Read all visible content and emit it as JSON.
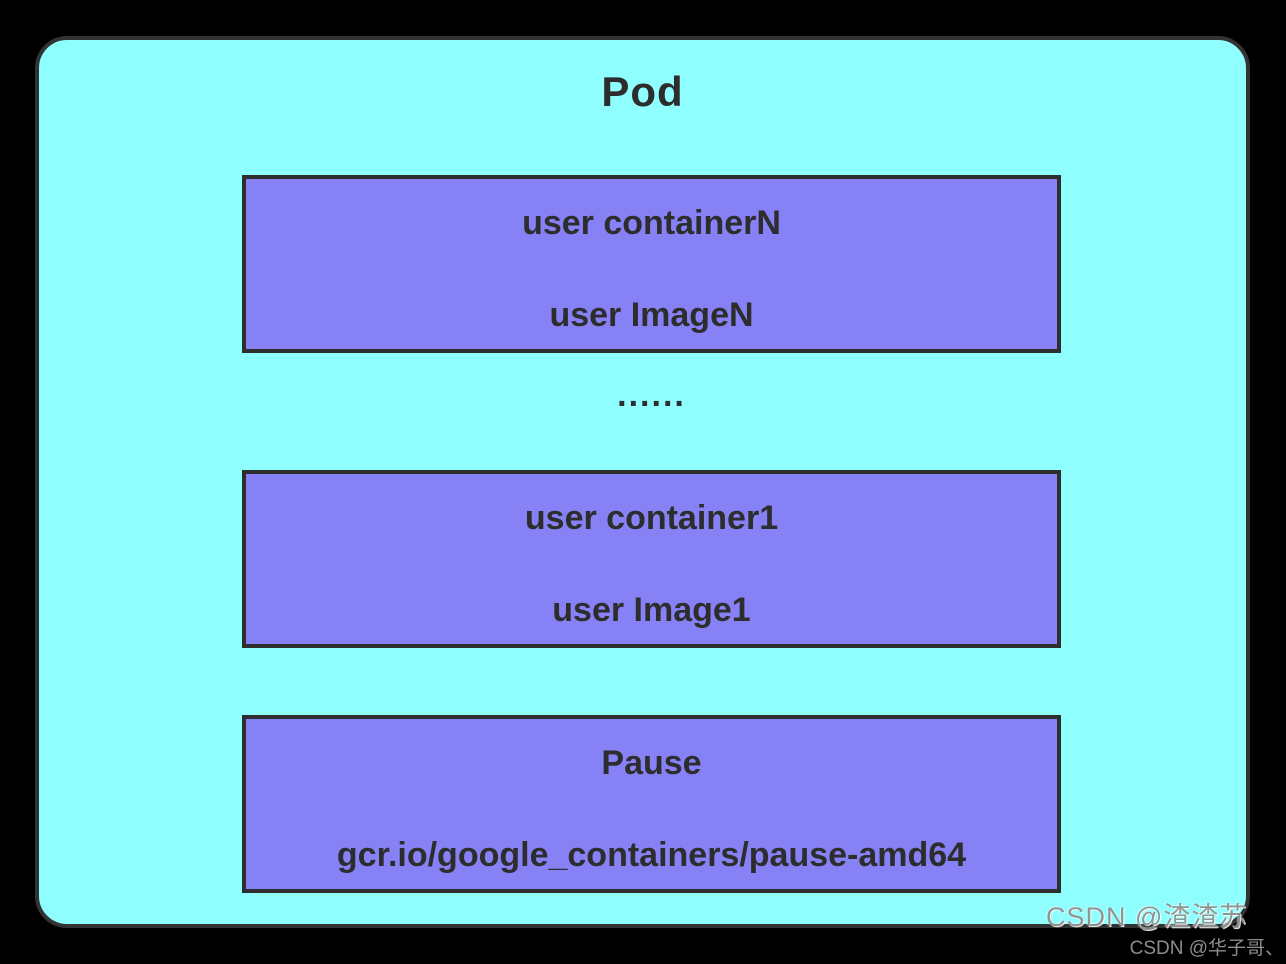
{
  "diagram": {
    "title": "Pod",
    "ellipsis": "......",
    "colors": {
      "page_bg": "#000000",
      "pod_fill": "#8FFEFF",
      "pod_border": "#333333",
      "container_fill": "#8781F6",
      "container_border": "#2E2E2E",
      "text_color": "#2D2D2D"
    },
    "containers": [
      {
        "name": "user containerN",
        "image": "user ImageN"
      },
      {
        "name": "user container1",
        "image": "user Image1"
      },
      {
        "name": "Pause",
        "image": "gcr.io/google_containers/pause-amd64"
      }
    ]
  },
  "watermarks": {
    "primary": "CSDN @渣渣苏",
    "secondary": "CSDN @华子哥、"
  }
}
